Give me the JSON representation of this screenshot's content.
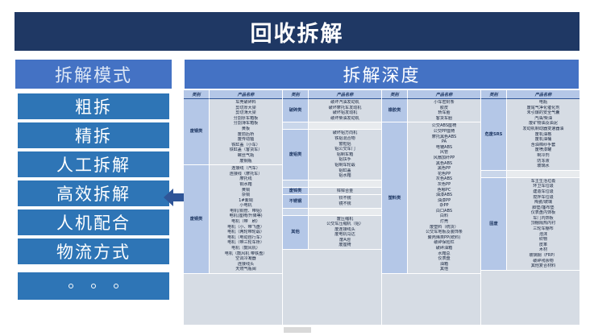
{
  "slide": {
    "title": "回收拆解",
    "accent_dark": "#1f3864",
    "accent_mid": "#4472c4",
    "accent_button": "#2e75b6"
  },
  "left_panel": {
    "header": "拆解模式",
    "buttons": [
      {
        "label": "粗拆"
      },
      {
        "label": "精拆"
      },
      {
        "label": "人工拆解"
      },
      {
        "label": "高效拆解"
      },
      {
        "label": "人机配合"
      },
      {
        "label": "物流方式"
      }
    ],
    "more_dots": 3
  },
  "connector": {
    "icon": "double-arrow-icon",
    "color": "#2f5597"
  },
  "right_panel": {
    "header": "拆解深度",
    "column_headers": {
      "category": "类别",
      "product": "产品名称"
    },
    "columns": [
      {
        "groups": [
          {
            "category": "废钢类",
            "items": [
              "车壳破碎料",
              "剪切厚大梁",
              "剪切薄大梁",
              "分割厚车箱板",
              "分割薄车箱板",
              "黄板",
              "废前后桥",
              "废传动轴",
              "铁缸盖（小车）",
              "铁缸盖（客货车）",
              "螺丝气瓶",
              "废钢瓶"
            ]
          },
          {
            "category": "废铜类",
            "items": [
              "连接线（汽车）",
              "连接线（摩托车）",
              "摩托线",
              "铜水箱",
              "黄铜",
              "杂铜",
              "1#紫铜",
              "小电机",
              "电机(铜管、带铝)",
              "电机(座椅/升降等)",
              "电机（带　刷）",
              "电机（小、带飞盘）",
              "电机（两轮带轮毂）",
              "电机（电动自行车）",
              "电机（带三轮车桥）",
              "电机（鼓风机）",
              "电机（鼓风机 带铁盘）",
              "空调冷凝器",
              "连接线头",
              "天燃气瓶阀"
            ]
          }
        ]
      },
      {
        "groups": [
          {
            "category": "破碎类",
            "items": [
              "破坏汽油发动机",
              "破坏摩托车发动机",
              "破坏铝发动机",
              "破坏柴油发动机"
            ]
          },
          {
            "category": "",
            "items": []
          },
          {
            "category": "废铝类",
            "items": [
              "破坏铝方向机",
              "铁铝混合物",
              "窗框铝",
              "铝公交车门",
              "铝制车箱",
              "铝扶手",
              "铝制车轮毂",
              "铝缸盖",
              "铝水箱"
            ]
          },
          {
            "category": "",
            "items": []
          },
          {
            "category": "废锌类",
            "items": [
              "锌锌合金"
            ]
          },
          {
            "category": "不锈钢",
            "items": [
              "铰不锈",
              "镜不锈"
            ]
          },
          {
            "category": "",
            "items": []
          },
          {
            "category": "其他",
            "items": [
              "废压缩机",
              "公交车压缩机（铝）",
              "废连接线头",
              "废电机马达",
              "废A泡",
              "废座椅"
            ]
          }
        ]
      },
      {
        "groups": [
          {
            "category": "橡胶类",
            "items": [
              "小车密封条",
              "胶皮",
              "轿车胎",
              "客货车胎"
            ]
          },
          {
            "category": "塑料类",
            "items": [
              "公交ABS座椅",
              "公交PP座椅",
              "摩托黑色ABS",
              "PA",
              "电镀ABS",
              "风管",
              "风扇加纤PP",
              "黑色ABS",
              "黑色PP",
              "花色PP",
              "灰色ABS",
              "灰色PP",
              "色哪PC",
              "油漆ABS",
              "油漆PP",
              "杂PP",
              "白口ABS",
              "白料",
              "灯壳",
              "废塑料（统货）",
              "公交车地板及装饰条",
              "聚丙烯类PP(统料)",
              "破碎保险杠",
              "破碎油箱",
              "水箱总",
              "仪表盘",
              "油箱",
              "其他"
            ]
          }
        ]
      },
      {
        "groups": [
          {
            "category": "危废SRS",
            "items": [
              "电瓶",
              "废尾气净化催化剂",
              "未引爆的安全气囊",
              "汽油/柴油",
              "废矿物油及油泥",
              "发动机制动器变速器油",
              "废机油格",
              "废机油桶",
              "含油棉纱手套",
              "废喷漆罐",
              "制冷剂",
              "防冻液",
              "玻璃水"
            ]
          },
          {
            "category": "",
            "items": []
          },
          {
            "category": "固废",
            "items": [
              "车主生活垃圾",
              "环卫车垃圾",
              "建造车垃圾",
              "搅拌车垃圾",
              "陶瓷/玻璃",
              "脚垫/篷布垫",
              "仪表盘内饰板",
              "车门内饰板",
              "顶棚隔热内衬",
              "三轮车棚布",
              "泡沫",
              "织物",
              "皮革",
              "木材",
              "玻璃钢（FRP）",
              "破碎残余物",
              "其他复合材料"
            ]
          }
        ]
      }
    ]
  }
}
